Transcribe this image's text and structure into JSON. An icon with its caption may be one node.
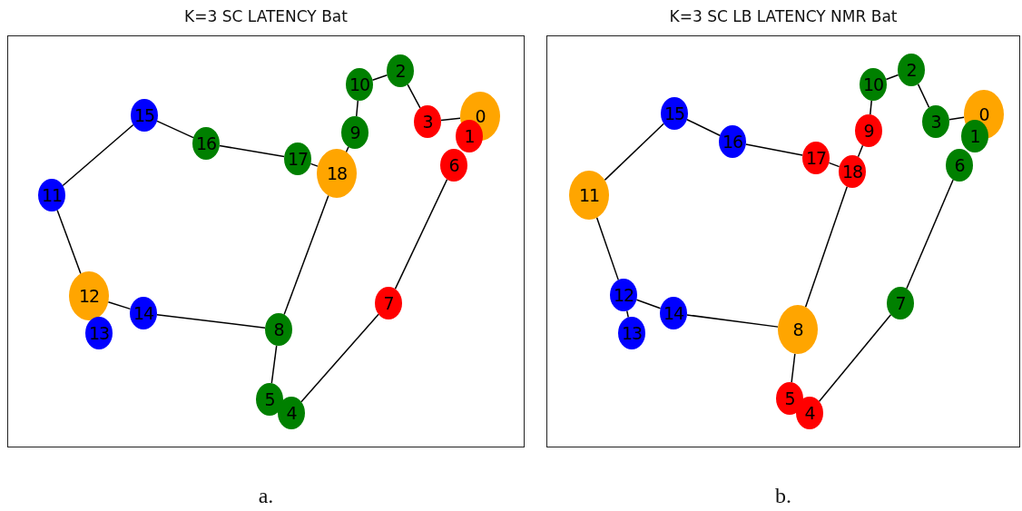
{
  "diagram": {
    "nodes": [
      {
        "text": [
          "K=3 SC LATENCY Bat"
        ],
        "beside": [
          "a."
        ]
      },
      {
        "text": [
          "0"
        ],
        "in": 0
      },
      {
        "text": [
          "1"
        ],
        "in": 0
      },
      {
        "text": [
          "2"
        ],
        "in": 0
      },
      {
        "text": [
          "3"
        ],
        "in": 0
      },
      {
        "text": [
          "4"
        ],
        "in": 0
      },
      {
        "text": [
          "5"
        ],
        "in": 0
      },
      {
        "text": [
          "6"
        ],
        "in": 0
      },
      {
        "text": [
          "7"
        ],
        "in": 0
      },
      {
        "text": [
          "8"
        ],
        "in": 0
      },
      {
        "text": [
          "9"
        ],
        "in": 0
      },
      {
        "text": [
          "10"
        ],
        "in": 0
      },
      {
        "text": [
          "11"
        ],
        "in": 0
      },
      {
        "text": [
          "12"
        ],
        "in": 0
      },
      {
        "text": [
          "13"
        ],
        "in": 0
      },
      {
        "text": [
          "14"
        ],
        "in": 0
      },
      {
        "text": [
          "15"
        ],
        "in": 0
      },
      {
        "text": [
          "16"
        ],
        "in": 0
      },
      {
        "text": [
          "17"
        ],
        "in": 0
      },
      {
        "text": [
          "18"
        ],
        "in": 0
      },
      {
        "text": [
          "K=3 SC LB LATENCY NMR Bat"
        ],
        "beside": [
          "b."
        ]
      },
      {
        "text": [
          "0"
        ],
        "in": 20
      },
      {
        "text": [
          "1"
        ],
        "in": 20
      },
      {
        "text": [
          "2"
        ],
        "in": 20
      },
      {
        "text": [
          "3"
        ],
        "in": 20
      },
      {
        "text": [
          "4"
        ],
        "in": 20
      },
      {
        "text": [
          "5"
        ],
        "in": 20
      },
      {
        "text": [
          "6"
        ],
        "in": 20
      },
      {
        "text": [
          "7"
        ],
        "in": 20
      },
      {
        "text": [
          "8"
        ],
        "in": 20
      },
      {
        "text": [
          "9"
        ],
        "in": 20
      },
      {
        "text": [
          "10"
        ],
        "in": 20
      },
      {
        "text": [
          "11"
        ],
        "in": 20
      },
      {
        "text": [
          "12"
        ],
        "in": 20
      },
      {
        "text": [
          "13"
        ],
        "in": 20
      },
      {
        "text": [
          "14"
        ],
        "in": 20
      },
      {
        "text": [
          "15"
        ],
        "in": 20
      },
      {
        "text": [
          "16"
        ],
        "in": 20
      },
      {
        "text": [
          "17"
        ],
        "in": 20
      },
      {
        "text": [
          "18"
        ],
        "in": 20
      }
    ],
    "edges": [
      {
        "from": 16,
        "to": 12,
        "arrow": "none"
      },
      {
        "from": 16,
        "to": 17,
        "arrow": "none"
      },
      {
        "from": 17,
        "to": 18,
        "arrow": "none"
      },
      {
        "from": 18,
        "to": 19,
        "arrow": "none"
      },
      {
        "from": 19,
        "to": 10,
        "arrow": "none"
      },
      {
        "from": 10,
        "to": 11,
        "arrow": "none"
      },
      {
        "from": 11,
        "to": 3,
        "arrow": "none"
      },
      {
        "from": 3,
        "to": 4,
        "arrow": "none"
      },
      {
        "from": 4,
        "to": 1,
        "arrow": "none"
      },
      {
        "from": 7,
        "to": 8,
        "arrow": "none"
      },
      {
        "from": 8,
        "to": 5,
        "arrow": "none"
      },
      {
        "from": 6,
        "to": 9,
        "arrow": "none"
      },
      {
        "from": 9,
        "to": 19,
        "arrow": "none"
      },
      {
        "from": 9,
        "to": 15,
        "arrow": "none"
      },
      {
        "from": 15,
        "to": 13,
        "arrow": "none"
      },
      {
        "from": 13,
        "to": 12,
        "arrow": "none"
      },
      {
        "from": 36,
        "to": 32,
        "arrow": "none"
      },
      {
        "from": 36,
        "to": 37,
        "arrow": "none"
      },
      {
        "from": 37,
        "to": 38,
        "arrow": "none"
      },
      {
        "from": 38,
        "to": 39,
        "arrow": "none"
      },
      {
        "from": 39,
        "to": 30,
        "arrow": "none"
      },
      {
        "from": 30,
        "to": 31,
        "arrow": "none"
      },
      {
        "from": 31,
        "to": 23,
        "arrow": "none"
      },
      {
        "from": 23,
        "to": 24,
        "arrow": "none"
      },
      {
        "from": 24,
        "to": 21,
        "arrow": "none"
      },
      {
        "from": 27,
        "to": 28,
        "arrow": "none"
      },
      {
        "from": 28,
        "to": 25,
        "arrow": "none"
      },
      {
        "from": 26,
        "to": 29,
        "arrow": "none"
      },
      {
        "from": 29,
        "to": 39,
        "arrow": "none"
      },
      {
        "from": 29,
        "to": 35,
        "arrow": "none"
      },
      {
        "from": 35,
        "to": 33,
        "arrow": "none"
      },
      {
        "from": 33,
        "to": 32,
        "arrow": "none"
      },
      {
        "from": 33,
        "to": 34,
        "arrow": "none"
      }
    ]
  }
}
